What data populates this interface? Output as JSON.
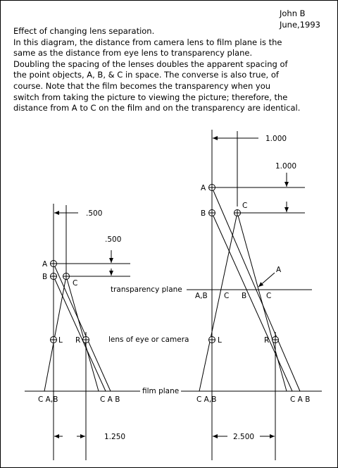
{
  "author": {
    "name": "John B",
    "date": "June,1993"
  },
  "intro": {
    "title": "Effect of changing lens separation.",
    "lines": [
      "In this diagram, the distance from camera lens to film plane is the",
      "same as the distance from eye lens to transparency plane.",
      "Doubling the spacing of the lenses doubles the apparent spacing of",
      "the point objects, A, B, & C in space.  The converse is also true, of",
      "course.  Note that the film becomes the transparency when you",
      "switch from taking the picture to viewing the picture; therefore, the",
      "distance from A to C on the film and on the transparency are identical."
    ]
  },
  "planes": {
    "transparency": "transparency plane",
    "lens": "lens of eye or camera",
    "film": "film plane"
  },
  "left_diagram": {
    "dim_horizontal": ".500",
    "dim_vertical": ".500",
    "dim_base": "1.250",
    "point_a": "A",
    "point_b": "B",
    "point_c": "C",
    "lens_l": "L",
    "lens_r": "R",
    "film_left": "C A,B",
    "film_right": "C A B"
  },
  "right_diagram": {
    "dim_horizontal": "1.000",
    "dim_vertical": "1.000",
    "dim_base": "2.500",
    "point_a": "A",
    "point_b": "B",
    "point_c": "C",
    "lens_l": "L",
    "lens_r": "R",
    "trans_ab": "A,B",
    "trans_c1": "C",
    "trans_b": "B",
    "trans_c2": "C",
    "trans_a_callout": "A",
    "film_left": "C A,B",
    "film_right": "C A B"
  }
}
